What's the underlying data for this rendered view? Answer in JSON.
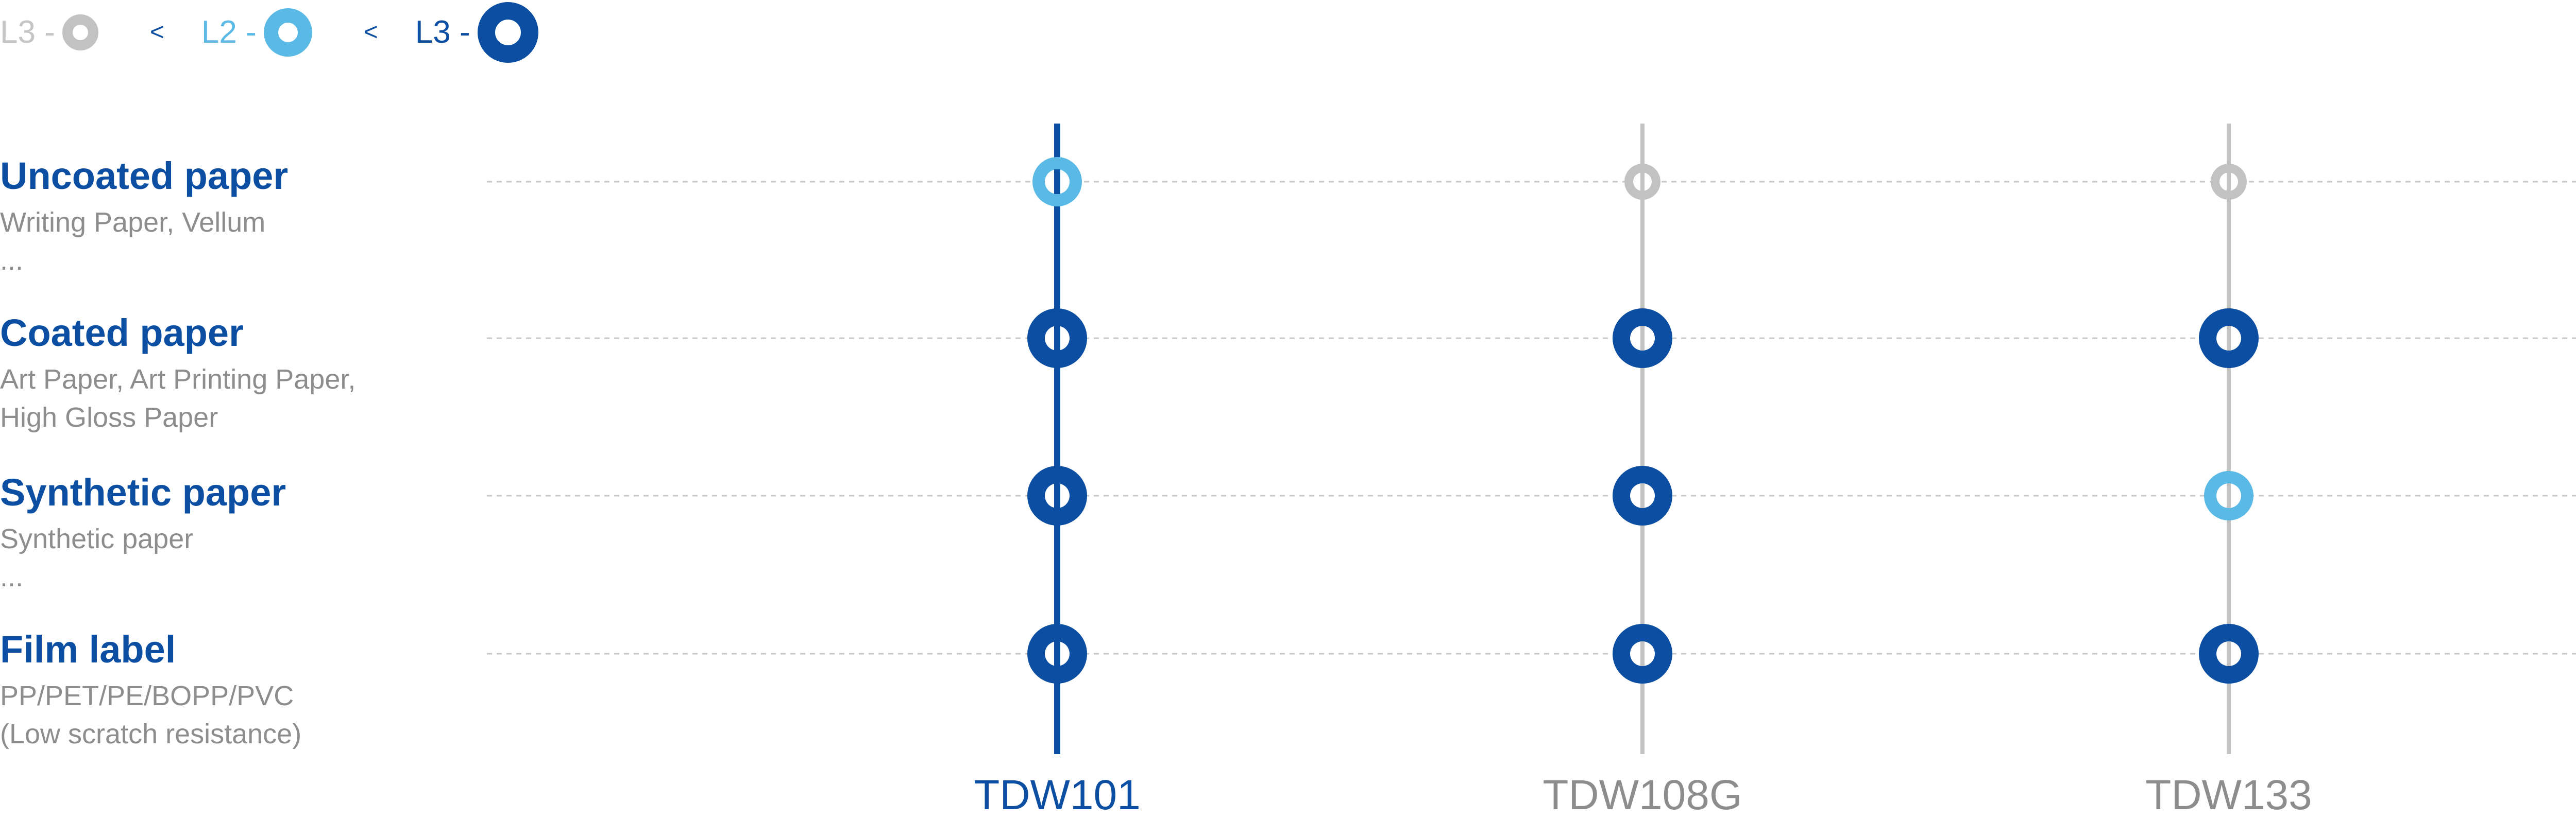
{
  "legend": {
    "items": [
      {
        "label": "L3 -",
        "level": "low"
      },
      {
        "label": "L2 -",
        "level": "mid"
      },
      {
        "label": "L3 -",
        "level": "high"
      }
    ],
    "separator": "<"
  },
  "colors": {
    "high": "#0b4ea2",
    "mid": "#5bb9e6",
    "low": "#c2c2c2",
    "description_text": "#8d8d8d",
    "grid_line": "#c8c8c8"
  },
  "rows": [
    {
      "title": "Uncoated paper",
      "description": "Writing Paper, Vellum\n          ..."
    },
    {
      "title": "Coated paper",
      "description": "Art Paper, Art Printing Paper,\nHigh Gloss Paper"
    },
    {
      "title": "Synthetic paper",
      "description": "Synthetic paper\n          ..."
    },
    {
      "title": "Film label",
      "description": "PP/PET/PE/BOPP/PVC\n(Low scratch resistance)"
    }
  ],
  "products": [
    {
      "name": "TDW101",
      "highlighted": true
    },
    {
      "name": "TDW108G",
      "highlighted": false
    },
    {
      "name": "TDW133",
      "highlighted": false
    }
  ],
  "matrix": [
    [
      "mid",
      "low",
      "low"
    ],
    [
      "high",
      "high",
      "high"
    ],
    [
      "high",
      "high",
      "mid"
    ],
    [
      "high",
      "high",
      "high"
    ]
  ]
}
